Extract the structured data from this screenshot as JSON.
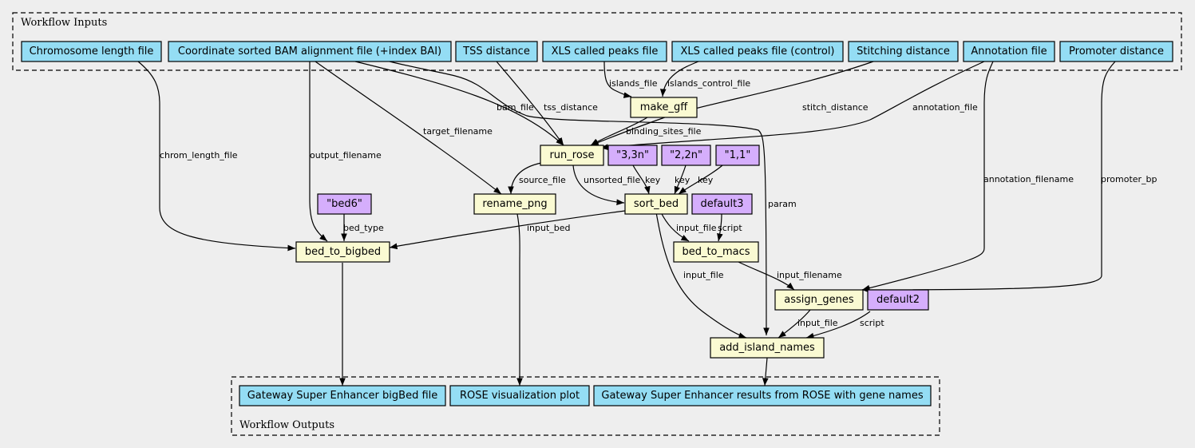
{
  "colors": {
    "background": "#eeeeee",
    "io_node": "#94ddf4",
    "step_node": "#fafad2",
    "default_node": "#d5aefc"
  },
  "clusters": {
    "inputs": "Workflow Inputs",
    "outputs": "Workflow Outputs"
  },
  "nodes": {
    "chrom_length": "Chromosome length file",
    "bam": "Coordinate sorted BAM alignment file (+index BAI)",
    "tss": "TSS distance",
    "xls": "XLS called peaks file",
    "xls_ctrl": "XLS called peaks file (control)",
    "stitch": "Stitching distance",
    "annotation": "Annotation file",
    "promoter": "Promoter distance",
    "make_gff": "make_gff",
    "run_rose": "run_rose",
    "v33n": "\"3,3n\"",
    "v22n": "\"2,2n\"",
    "v11": "\"1,1\"",
    "bed6": "\"bed6\"",
    "rename_png": "rename_png",
    "sort_bed": "sort_bed",
    "default3": "default3",
    "bed_to_bigbed": "bed_to_bigbed",
    "bed_to_macs": "bed_to_macs",
    "assign_genes": "assign_genes",
    "default2": "default2",
    "add_island_names": "add_island_names",
    "out_bigbed": "Gateway Super Enhancer bigBed file",
    "out_plot": "ROSE visualization plot",
    "out_results": "Gateway Super Enhancer results from ROSE with gene names"
  },
  "edges": {
    "islands_file": "islands_file",
    "islands_control_file": "islands_control_file",
    "bam_file": "bam_file",
    "tss_distance": "tss_distance",
    "stitch_distance": "stitch_distance",
    "annotation_file": "annotation_file",
    "binding_sites_file": "binding_sites_file",
    "target_filename": "target_filename",
    "chrom_length_file": "chrom_length_file",
    "output_filename": "output_filename",
    "param": "param",
    "annotation_filename": "annotation_filename",
    "promoter_bp": "promoter_bp",
    "source_file": "source_file",
    "unsorted_file": "unsorted_file",
    "key_a": "key",
    "key_b": "key",
    "key_c": "key",
    "bed_type": "bed_type",
    "input_bed": "input_bed",
    "input_file_a": "input_file",
    "script_a": "script",
    "input_filename": "input_filename",
    "input_file_b": "input_file",
    "input_file_c": "input_file",
    "script_b": "script"
  }
}
